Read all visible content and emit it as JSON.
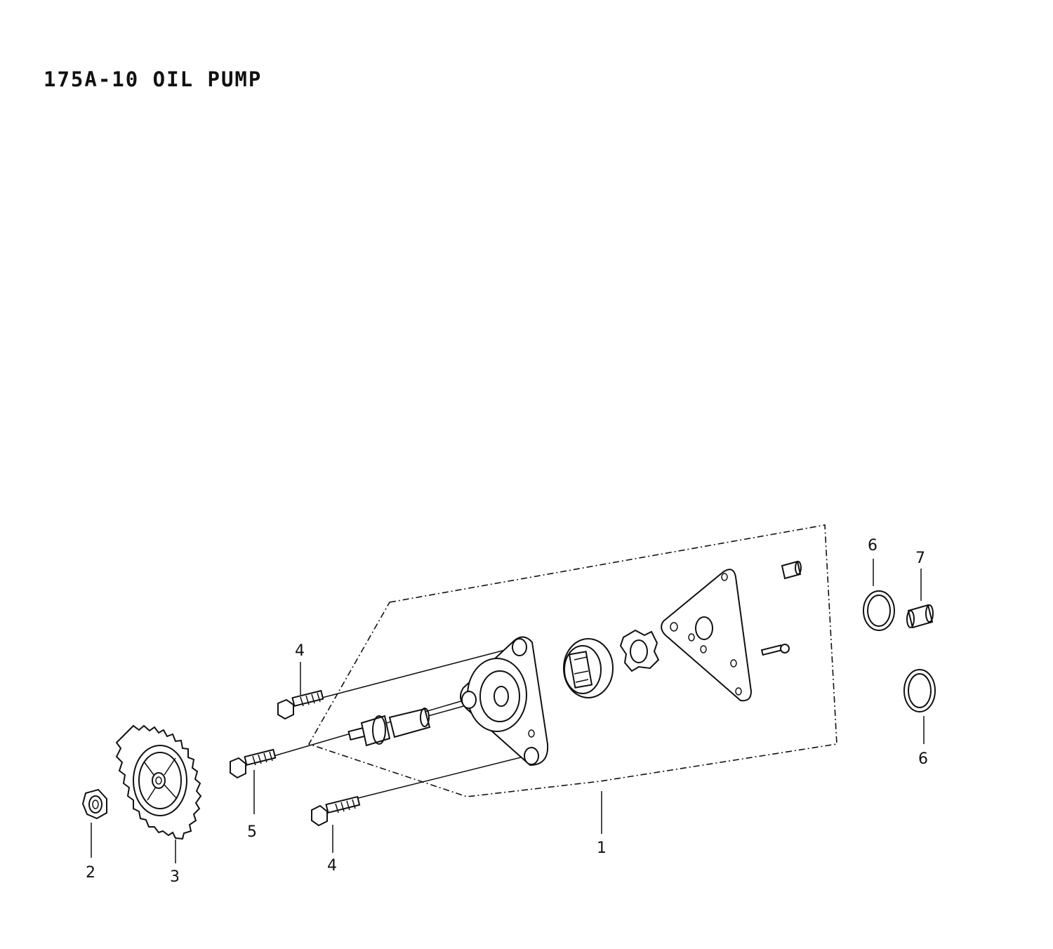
{
  "title": "175A-10 OIL PUMP",
  "callouts": {
    "c1": "1",
    "c2": "2",
    "c3": "3",
    "c4a": "4",
    "c4b": "4",
    "c5": "5",
    "c6a": "6",
    "c6b": "6",
    "c7": "7"
  }
}
